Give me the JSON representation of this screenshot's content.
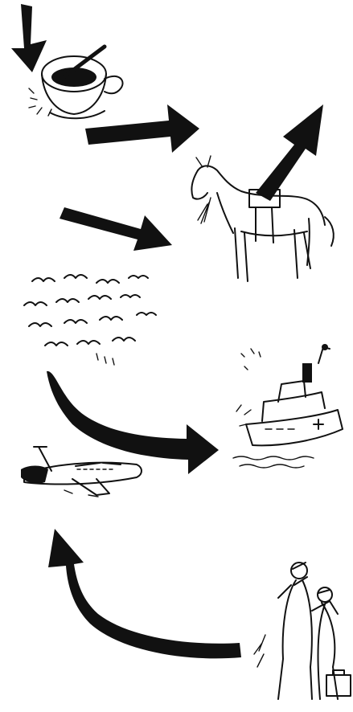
{
  "colors": {
    "ink": "#111111",
    "paper": "#ffffff"
  },
  "icons": [
    "teacup-icon",
    "horse-icon",
    "birds-icon",
    "ship-icon",
    "airplane-icon",
    "travelers-icon"
  ],
  "arrows": [
    "arrow-into-teacup",
    "arrow-teacup-to-horse",
    "arrow-horse-up",
    "arrow-left-to-horse",
    "arrow-birds-to-ship",
    "arrow-up-to-airplane"
  ]
}
